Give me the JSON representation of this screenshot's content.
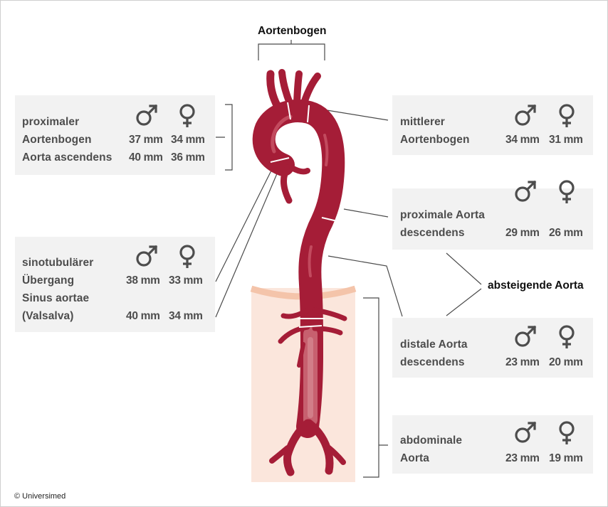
{
  "title": "Aortenbogen",
  "descending_label": "absteigende Aorta",
  "copyright": "© Universimed",
  "icons": {
    "male": "male-symbol-icon",
    "female": "female-symbol-icon"
  },
  "colors": {
    "aorta": "#a51d37",
    "aorta_light": "#c24a5e",
    "abdomen_bg": "#fbe6dc",
    "diaphragm": "#f4c4aa",
    "box_bg": "#f2f2f2"
  },
  "boxes": {
    "proximal": {
      "line1": "proximaler",
      "row1": {
        "label": "Aortenbogen",
        "male": "37 mm",
        "female": "34 mm"
      },
      "row2": {
        "label": "Aorta ascendens",
        "male": "40 mm",
        "female": "36 mm"
      }
    },
    "sino": {
      "row1_label_a": "sinotubulärer",
      "row1": {
        "label": "Übergang",
        "male": "38 mm",
        "female": "33 mm"
      },
      "row2_label_a": "Sinus aortae",
      "row2": {
        "label": "(Valsalva)",
        "male": "40 mm",
        "female": "34 mm"
      }
    },
    "mid": {
      "line1": "mittlerer",
      "row1": {
        "label": "Aortenbogen",
        "male": "34 mm",
        "female": "31 mm"
      }
    },
    "prox_desc": {
      "line1": "proximale Aorta",
      "row1": {
        "label": "descendens",
        "male": "29 mm",
        "female": "26 mm"
      }
    },
    "dist_desc": {
      "line1": "distale Aorta",
      "row1": {
        "label": "descendens",
        "male": "23 mm",
        "female": "20 mm"
      }
    },
    "abdominal": {
      "line1": "abdominale",
      "row1": {
        "label": "Aorta",
        "male": "23 mm",
        "female": "19 mm"
      }
    }
  }
}
